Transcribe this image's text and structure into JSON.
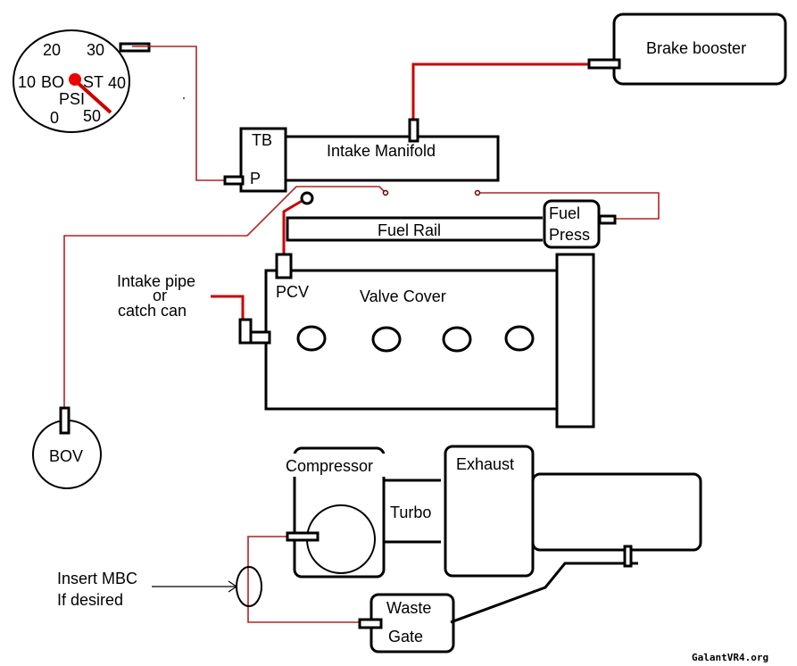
{
  "colors": {
    "vacuum_line": "#cc0000",
    "outline": "#000000",
    "background": "#ffffff"
  },
  "gauge": {
    "ticks": [
      "20",
      "30",
      "10",
      "40",
      "0",
      "50"
    ],
    "word_left": "BO",
    "word_right": "ST",
    "unit": "PSI"
  },
  "labels": {
    "brake_booster": "Brake booster",
    "tb": "TB",
    "p": "P",
    "intake_manifold": "Intake Manifold",
    "fuel_rail": "Fuel Rail",
    "fuel_press_1": "Fuel",
    "fuel_press_2": "Press",
    "intake_pipe_1": "Intake pipe",
    "intake_pipe_2": "or",
    "intake_pipe_3": "catch can",
    "pcv": "PCV",
    "valve_cover": "Valve Cover",
    "bov": "BOV",
    "compressor": "Compressor",
    "turbo": "Turbo",
    "exhaust": "Exhaust",
    "mbc_1": "Insert MBC",
    "mbc_2": "If desired",
    "waste_1": "Waste",
    "waste_2": "Gate"
  },
  "watermark": "GalantVR4.org"
}
